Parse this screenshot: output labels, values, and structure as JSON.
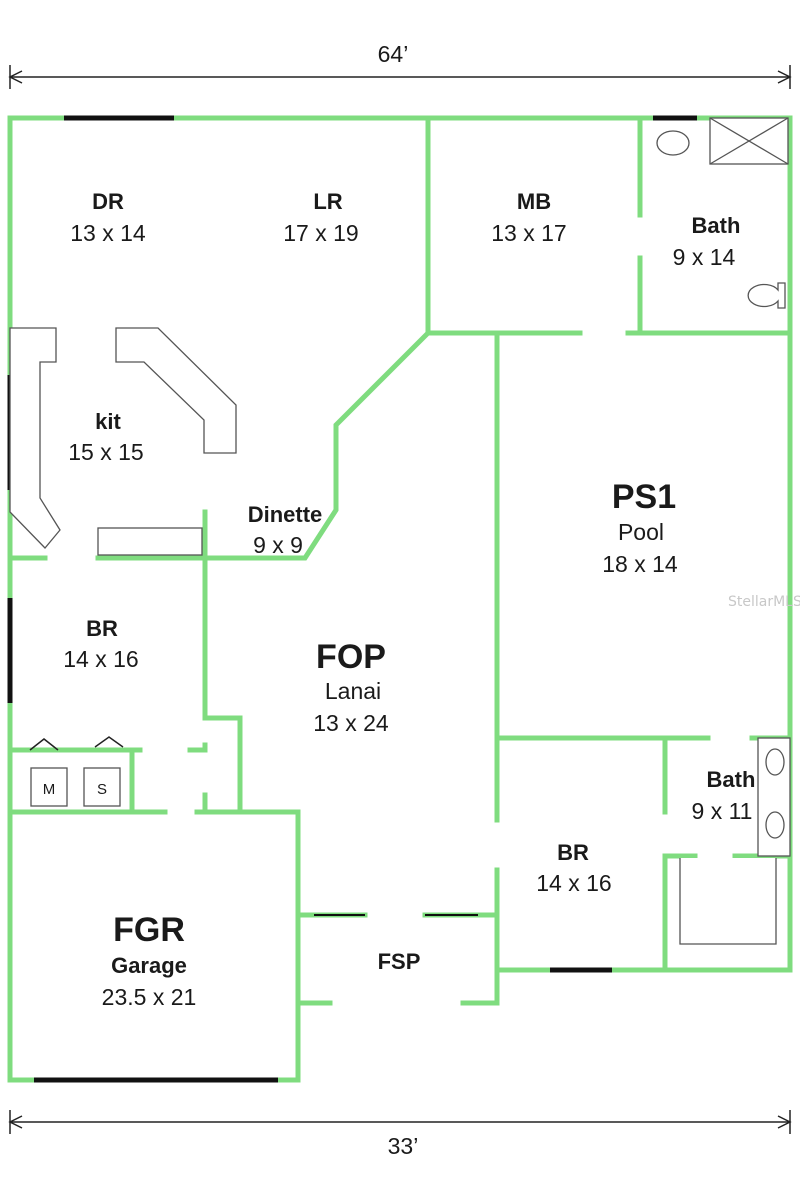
{
  "dimensions": {
    "top": "64’",
    "bottom": "33’"
  },
  "rooms": {
    "dr": {
      "name": "DR",
      "size": "13 x 14"
    },
    "lr": {
      "name": "LR",
      "size": "17 x 19"
    },
    "mb": {
      "name": "MB",
      "size": "13 x 17"
    },
    "bath1": {
      "name": "Bath",
      "size": "9 x 14"
    },
    "kit": {
      "name": "kit",
      "size": "15 x 15"
    },
    "dinette": {
      "name": "Dinette",
      "size": "9 x 9"
    },
    "ps1": {
      "name": "PS1",
      "sub": "Pool",
      "size": "18 x 14"
    },
    "br1": {
      "name": "BR",
      "size": "14 x 16"
    },
    "fop": {
      "name": "FOP",
      "sub": "Lanai",
      "size": "13 x 24"
    },
    "bath2": {
      "name": "Bath",
      "size": "9 x 11"
    },
    "br2": {
      "name": "BR",
      "size": "14 x 16"
    },
    "fgr": {
      "name": "FGR",
      "sub": "Garage",
      "size": "23.5 x 21"
    },
    "fsp": {
      "name": "FSP"
    }
  },
  "appliances": {
    "m": "M",
    "s": "S"
  },
  "watermark": "StellarMLS"
}
